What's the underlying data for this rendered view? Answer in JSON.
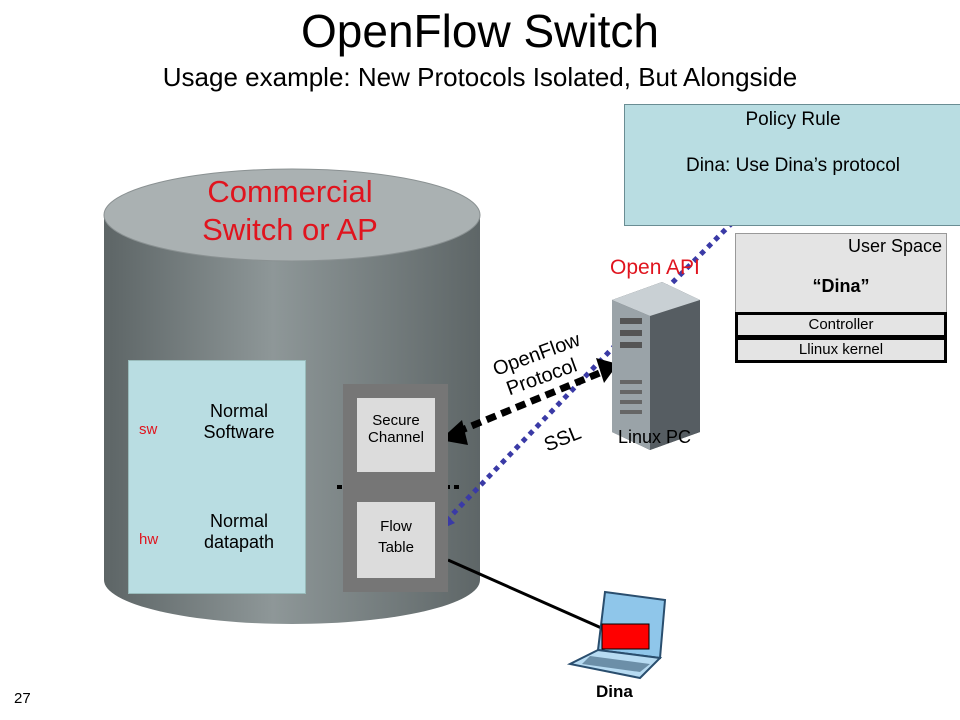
{
  "slide": {
    "title": "OpenFlow Switch",
    "subtitle": "Usage example: New Protocols Isolated, But Alongside",
    "page_number": "27"
  },
  "policy": {
    "title": "Policy Rule",
    "rule": "Dina: Use Dina’s protocol"
  },
  "controller_stack": {
    "user_space": "User Space",
    "app": "“Dina”",
    "controller": "Controller",
    "kernel": "Llinux kernel"
  },
  "open_api": "Open API",
  "linux_pc": "Linux PC",
  "switch": {
    "label_line1": "Commercial",
    "label_line2": "Switch or AP",
    "sw_tag": "sw",
    "hw_tag": "hw",
    "software_line1": "Normal",
    "software_line2": "Software",
    "datapath_line1": "Normal",
    "datapath_line2": "datapath",
    "secure_line1": "Secure",
    "secure_line2": "Channel",
    "flow_line1": "Flow",
    "flow_line2": "Table"
  },
  "link_labels": {
    "openflow_line1": "OpenFlow",
    "openflow_line2": "Protocol",
    "ssl": "SSL"
  },
  "client": {
    "name": "Dina"
  },
  "colors": {
    "accent_red": "#e0141e",
    "box_teal": "#b9dde2",
    "cylinder": "#737b7c",
    "cylinder_top": "#a9b0b1",
    "dotted_blue": "#3a3aa6"
  }
}
